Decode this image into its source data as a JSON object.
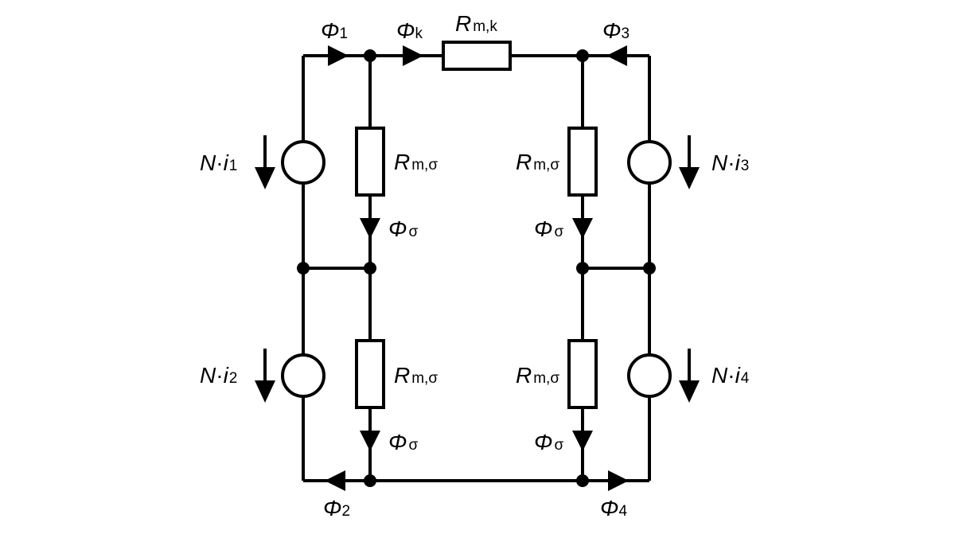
{
  "diagram": {
    "colors": {
      "line": "#000000",
      "background": "#ffffff"
    },
    "labels": {
      "phi1": {
        "main": "Φ",
        "sub": "1"
      },
      "phik": {
        "main": "Φ",
        "sub": "k"
      },
      "rmk": {
        "main": "R",
        "sub": "m,k"
      },
      "phi3": {
        "main": "Φ",
        "sub": "3"
      },
      "phi2": {
        "main": "Φ",
        "sub": "2"
      },
      "phi4": {
        "main": "Φ",
        "sub": "4"
      },
      "ni1": {
        "n": "N",
        "dot": "·",
        "i": "i",
        "sub": "1"
      },
      "ni2": {
        "n": "N",
        "dot": "·",
        "i": "i",
        "sub": "2"
      },
      "ni3": {
        "n": "N",
        "dot": "·",
        "i": "i",
        "sub": "3"
      },
      "ni4": {
        "n": "N",
        "dot": "·",
        "i": "i",
        "sub": "4"
      },
      "rms_tl": {
        "main": "R",
        "sub": "m,σ"
      },
      "rms_bl": {
        "main": "R",
        "sub": "m,σ"
      },
      "rms_tr": {
        "main": "R",
        "sub": "m,σ"
      },
      "rms_br": {
        "main": "R",
        "sub": "m,σ"
      },
      "phis_tl": {
        "main": "Φ",
        "sub": "σ"
      },
      "phis_bl": {
        "main": "Φ",
        "sub": "σ"
      },
      "phis_tr": {
        "main": "Φ",
        "sub": "σ"
      },
      "phis_br": {
        "main": "Φ",
        "sub": "σ"
      }
    }
  }
}
